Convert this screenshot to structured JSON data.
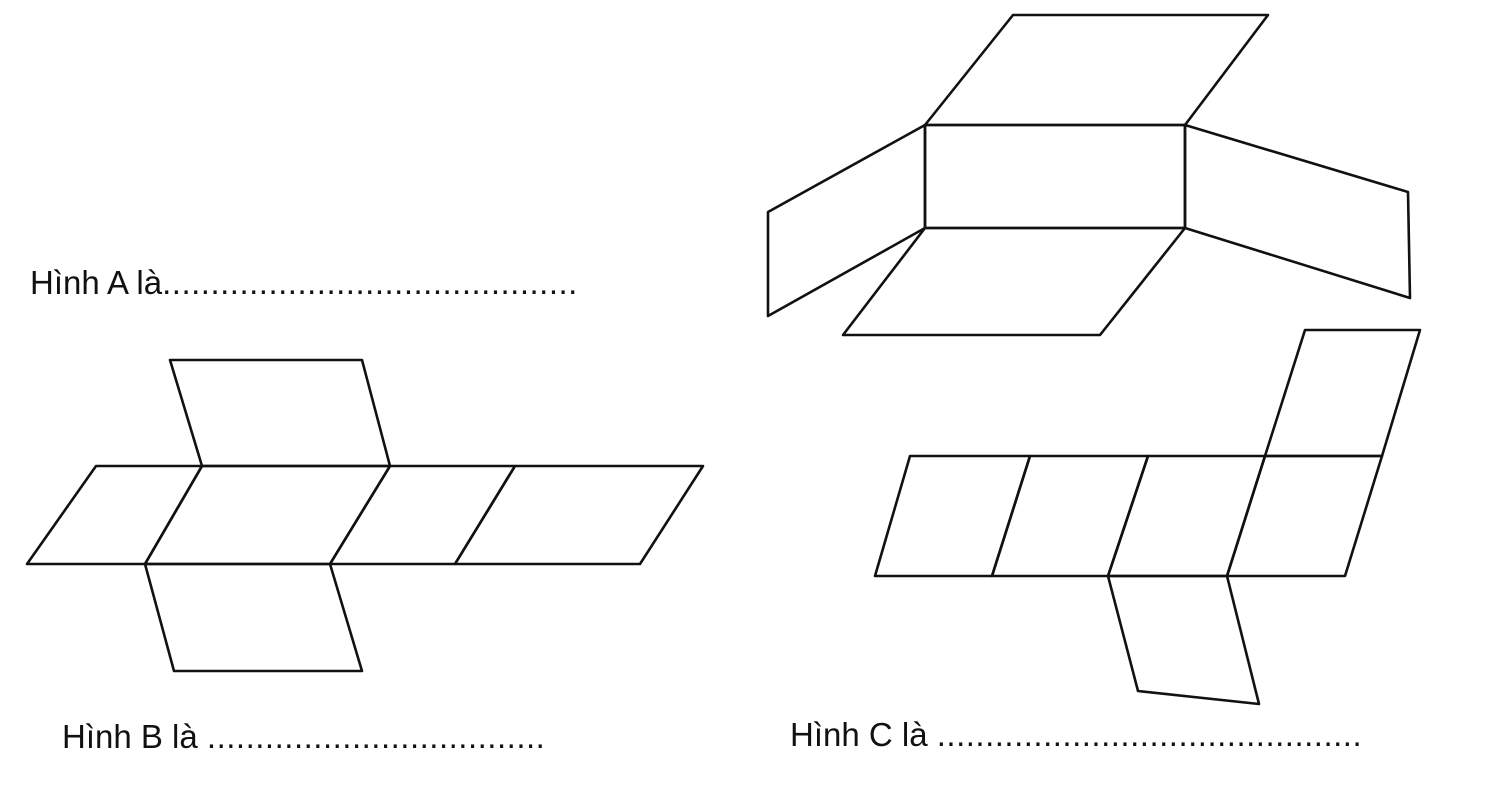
{
  "labels": {
    "figure_a": {
      "prefix": "Hình A là",
      "dots": "..........................................."
    },
    "figure_b": {
      "prefix": "Hình B là ",
      "dots": "..................................."
    },
    "figure_c": {
      "prefix": "Hình C là ",
      "dots": "............................................"
    }
  },
  "colors": {
    "line": "#111111",
    "background": "#ffffff"
  }
}
